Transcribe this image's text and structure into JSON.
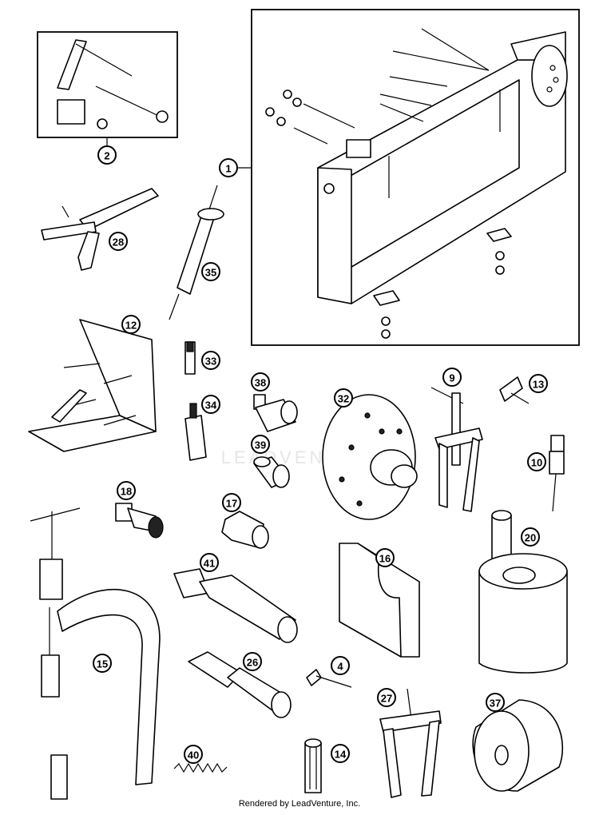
{
  "diagram": {
    "callouts": [
      {
        "id": "c1",
        "label": "1"
      },
      {
        "id": "c2",
        "label": "2"
      },
      {
        "id": "c28",
        "label": "28"
      },
      {
        "id": "c35",
        "label": "35"
      },
      {
        "id": "c12",
        "label": "12"
      },
      {
        "id": "c33",
        "label": "33"
      },
      {
        "id": "c34",
        "label": "34"
      },
      {
        "id": "c38",
        "label": "38"
      },
      {
        "id": "c39",
        "label": "39"
      },
      {
        "id": "c32",
        "label": "32"
      },
      {
        "id": "c9",
        "label": "9"
      },
      {
        "id": "c13",
        "label": "13"
      },
      {
        "id": "c10",
        "label": "10"
      },
      {
        "id": "c18",
        "label": "18"
      },
      {
        "id": "c17",
        "label": "17"
      },
      {
        "id": "c15",
        "label": "15"
      },
      {
        "id": "c41",
        "label": "41"
      },
      {
        "id": "c16",
        "label": "16"
      },
      {
        "id": "c20",
        "label": "20"
      },
      {
        "id": "c26",
        "label": "26"
      },
      {
        "id": "c4",
        "label": "4"
      },
      {
        "id": "c27",
        "label": "27"
      },
      {
        "id": "c37",
        "label": "37"
      },
      {
        "id": "c40",
        "label": "40"
      },
      {
        "id": "c14",
        "label": "14"
      }
    ]
  },
  "watermark": "LEADVENTURE",
  "footer": "Rendered by LeadVenture, Inc."
}
